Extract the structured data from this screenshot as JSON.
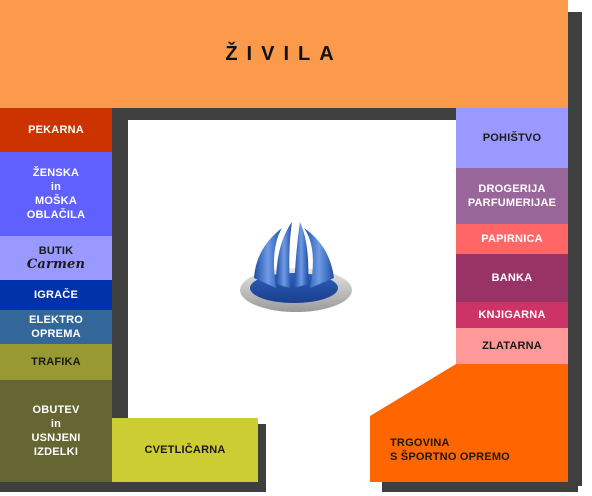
{
  "title": "ŽIVILA",
  "left_stores": {
    "pekarna": "PEKARNA",
    "zenska_moska": [
      "ŽENSKA",
      "in",
      "MOŠKA",
      "OBLAČILA"
    ],
    "butik": [
      "BUTIK",
      "Carmen"
    ],
    "igrace": "IGRAČE",
    "elektro": [
      "ELEKTRO",
      "OPREMA"
    ],
    "trafika": "TRAFIKA",
    "obutev": [
      "OBUTEV",
      "in",
      "USNJENI",
      "IZDELKI"
    ]
  },
  "bottom_left": "CVETLIČARNA",
  "right_stores": {
    "pohistvo": "POHIŠTVO",
    "drogerija": [
      "DROGERIJA",
      "PARFUMERIJAE"
    ],
    "papirnica": "PAPIRNICA",
    "banka": "BANKA",
    "knjigarna": "KNJIGARNA",
    "zlatarna": "ZLATARNA"
  },
  "bottom_right": [
    "TRGOVINA",
    "S ŠPORTNO OPREMO"
  ],
  "icons": {
    "center": "fountain-icon"
  },
  "colors": {
    "zivila": "#fb9a4b",
    "pekarna": "#cc3300",
    "zenska_moska": "#6060ff",
    "butik": "#9999ff",
    "igrace": "#0033aa",
    "elektro": "#336699",
    "trafika": "#999933",
    "obutev": "#666633",
    "cvetlicarna": "#cccc33",
    "pohistvo": "#9999ff",
    "drogerija": "#996699",
    "papirnica": "#ff6666",
    "banka": "#993366",
    "knjigarna": "#cc3366",
    "zlatarna": "#ff9999",
    "sport": "#ff6600",
    "shadow": "#3f3f3f"
  }
}
